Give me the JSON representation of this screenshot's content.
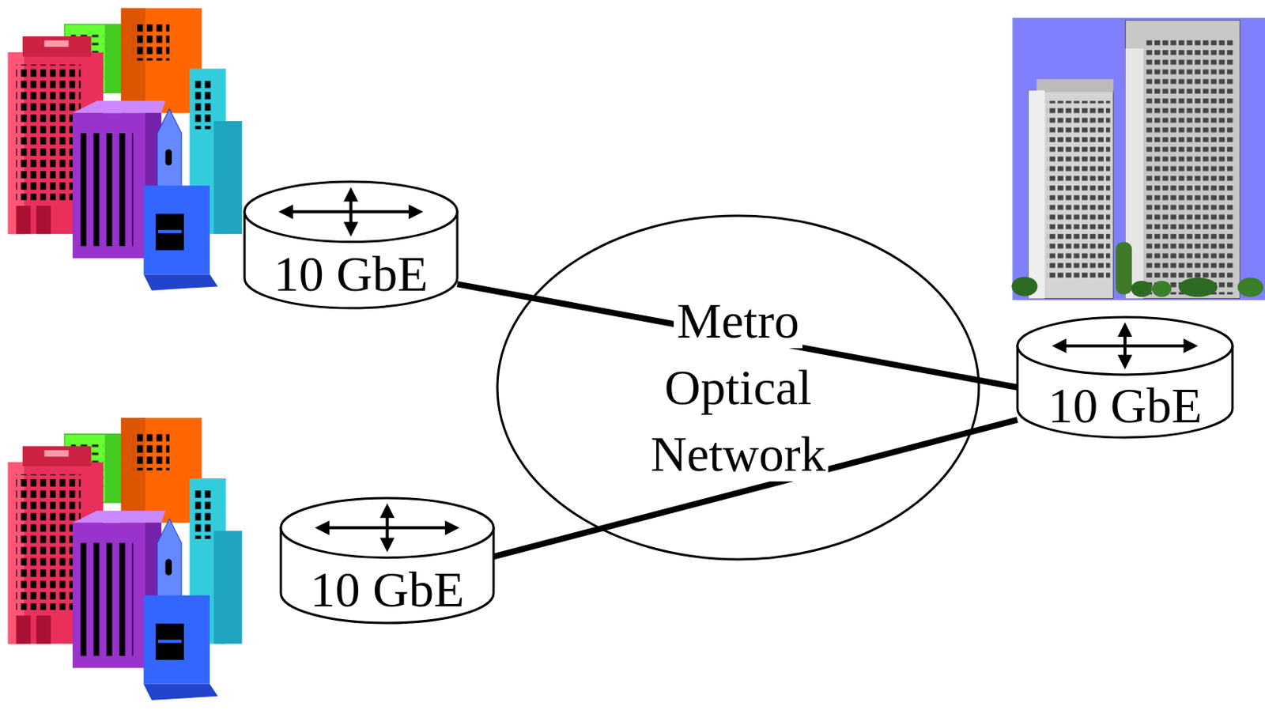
{
  "diagram": {
    "nodes": [
      {
        "text": [
          "10 GbE"
        ]
      },
      {
        "text": [
          "Metro Optical Network"
        ]
      },
      {
        "text": [
          "10 GbE"
        ]
      },
      {
        "text": [
          "10 GbE"
        ]
      }
    ],
    "edges": [
      {
        "from": 0,
        "to": 2,
        "arrow": "none"
      },
      {
        "from": 3,
        "to": 2,
        "arrow": "none"
      }
    ]
  }
}
